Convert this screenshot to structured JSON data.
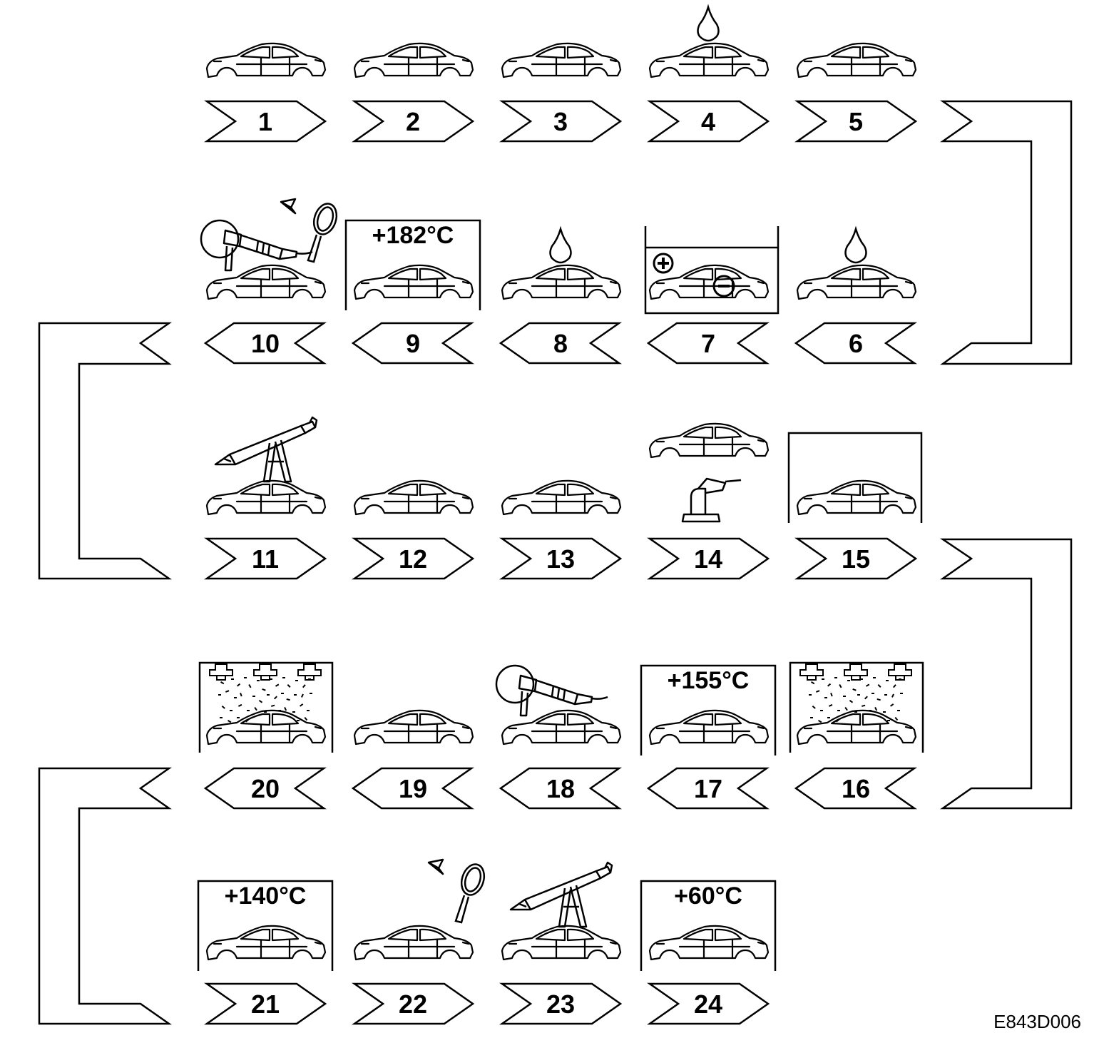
{
  "figure_code": "E843D006",
  "stations": [
    {
      "num": "1",
      "temp": "",
      "icons": []
    },
    {
      "num": "2",
      "temp": "",
      "icons": []
    },
    {
      "num": "3",
      "temp": "",
      "icons": []
    },
    {
      "num": "4",
      "temp": "",
      "icons": [
        "drop-icon"
      ]
    },
    {
      "num": "5",
      "temp": "",
      "icons": []
    },
    {
      "num": "6",
      "temp": "",
      "icons": [
        "drop-icon"
      ]
    },
    {
      "num": "7",
      "temp": "",
      "icons": [
        "electro-dip-tank-icon",
        "plus-icon",
        "minus-icon"
      ]
    },
    {
      "num": "8",
      "temp": "",
      "icons": [
        "drop-icon"
      ]
    },
    {
      "num": "9",
      "temp": "+182°C",
      "icons": [
        "oven-icon"
      ]
    },
    {
      "num": "10",
      "temp": "",
      "icons": [
        "sander-icon",
        "inspection-light-icon",
        "magnifier-icon"
      ]
    },
    {
      "num": "11",
      "temp": "",
      "icons": [
        "sealant-gun-icon"
      ]
    },
    {
      "num": "12",
      "temp": "",
      "icons": []
    },
    {
      "num": "13",
      "temp": "",
      "icons": []
    },
    {
      "num": "14",
      "temp": "",
      "icons": [
        "underbody-spray-icon"
      ]
    },
    {
      "num": "15",
      "temp": "",
      "icons": [
        "booth-icon"
      ]
    },
    {
      "num": "16",
      "temp": "",
      "icons": [
        "spray-booth-icon"
      ]
    },
    {
      "num": "17",
      "temp": "+155°C",
      "icons": [
        "oven-icon"
      ]
    },
    {
      "num": "18",
      "temp": "",
      "icons": [
        "sander-icon"
      ]
    },
    {
      "num": "19",
      "temp": "",
      "icons": []
    },
    {
      "num": "20",
      "temp": "",
      "icons": [
        "spray-booth-icon"
      ]
    },
    {
      "num": "21",
      "temp": "+140°C",
      "icons": [
        "oven-icon"
      ]
    },
    {
      "num": "22",
      "temp": "",
      "icons": [
        "inspection-light-icon",
        "magnifier-icon"
      ]
    },
    {
      "num": "23",
      "temp": "",
      "icons": [
        "sealant-gun-icon"
      ]
    },
    {
      "num": "24",
      "temp": "+60°C",
      "icons": [
        "oven-icon"
      ]
    }
  ]
}
